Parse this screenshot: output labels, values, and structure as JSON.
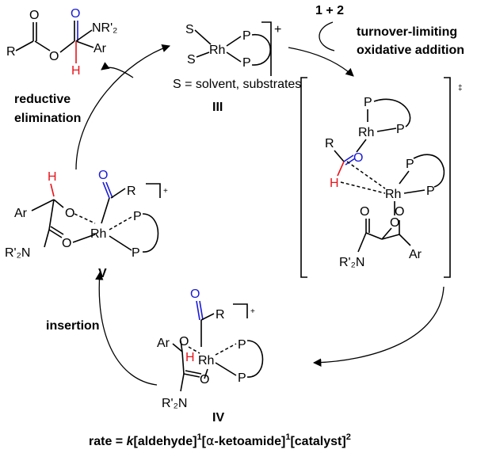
{
  "labels": {
    "substituent_r": "R",
    "amide_group": "NR'₂",
    "amide_group_left": "R'₂N",
    "aryl": "Ar",
    "oxygen": "O",
    "hydrogen": "H",
    "rhodium": "Rh",
    "phosphorus": "P",
    "solvent_symbol": "S",
    "charge_plus": "+",
    "ts_symbol": "‡"
  },
  "complexes": {
    "III": "III",
    "IV": "IV",
    "V": "V"
  },
  "texts": {
    "solvent_note": "S = solvent, substrates",
    "reagents": "1 + 2",
    "step_oxidative_1": "turnover-limiting",
    "step_oxidative_2": "oxidative addition",
    "step_reductive_1": "reductive",
    "step_reductive_2": "elimination",
    "step_insertion": "insertion"
  },
  "rate_law": {
    "prefix": "rate = ",
    "k": "k",
    "aldehyde": "[aldehyde]",
    "exp1": "1",
    "ketoamide_open": "[",
    "alpha": "α",
    "ketoamide_rest": "-ketoamide]",
    "exp2": "1",
    "catalyst": "[catalyst]",
    "exp3": "2"
  },
  "colors": {
    "aldehyde_oxygen": "#1a1ad6",
    "hydride": "#e8141c",
    "text": "#000000"
  }
}
